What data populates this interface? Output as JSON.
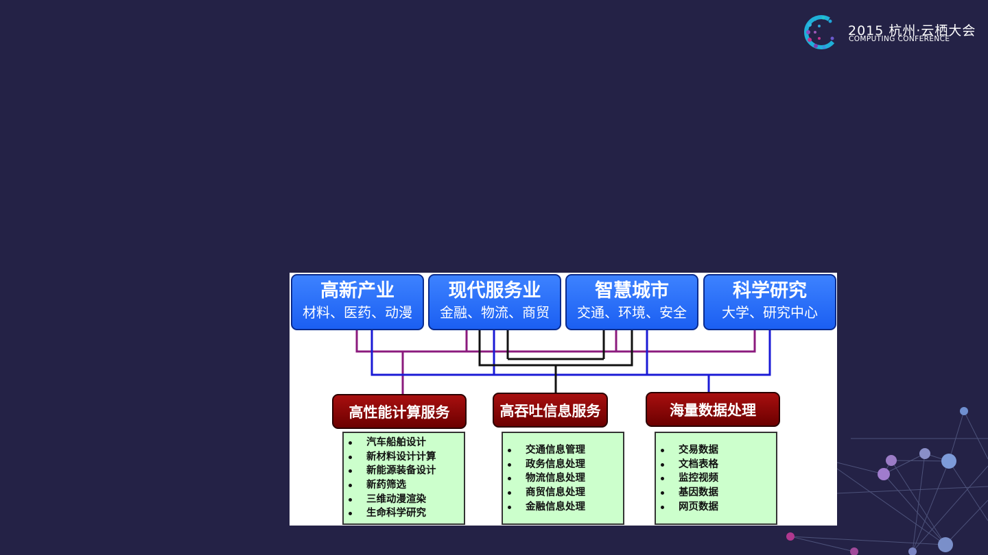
{
  "header": {
    "logo_title": "2015 杭州·云栖大会",
    "logo_subtitle": "COMPUTING CONFERENCE"
  },
  "sectors": [
    {
      "title": "高新产业",
      "subtitle": "材料、医药、动漫"
    },
    {
      "title": "现代服务业",
      "subtitle": "金融、物流、商贸"
    },
    {
      "title": "智慧城市",
      "subtitle": "交通、环境、安全"
    },
    {
      "title": "科学研究",
      "subtitle": "大学、研究中心"
    }
  ],
  "services": [
    {
      "title": "高性能计算服务",
      "items": [
        "汽车船舶设计",
        "新材料设计计算",
        "新能源装备设计",
        "新药筛选",
        "三维动漫渲染",
        "生命科学研究"
      ]
    },
    {
      "title": "高吞吐信息服务",
      "items": [
        "交通信息管理",
        "政务信息处理",
        "物流信息处理",
        "商贸信息处理",
        "金融信息处理"
      ]
    },
    {
      "title": "海量数据处理",
      "items": [
        "交易数据",
        "文档表格",
        "监控视频",
        "基因数据",
        "网页数据"
      ]
    }
  ],
  "colors": {
    "background": "#242246",
    "sector_blue": "#2b6ef7",
    "service_red": "#8b0000",
    "list_green": "#ccffcc",
    "connector_purple": "#8b1a7d",
    "connector_blue": "#1a1ad6",
    "connector_black": "#111111"
  }
}
